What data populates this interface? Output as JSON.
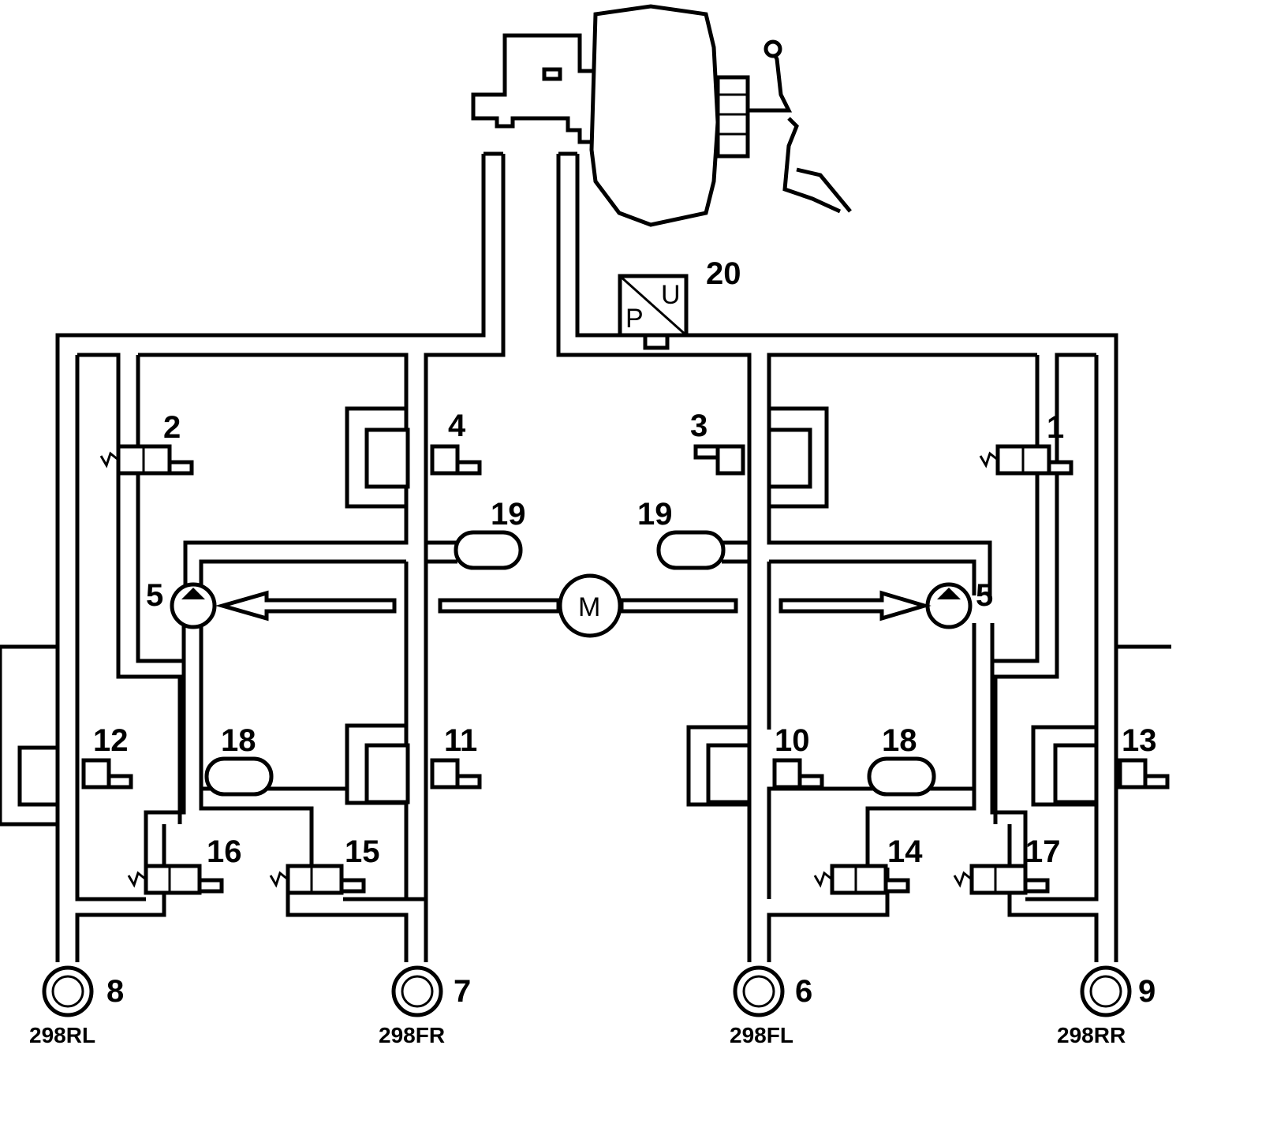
{
  "sensor": {
    "number": "20",
    "symbol_p": "P",
    "symbol_u": "U"
  },
  "motor": {
    "symbol": "M"
  },
  "valves": {
    "v1": "1",
    "v2": "2",
    "v3": "3",
    "v4": "4",
    "v10": "10",
    "v11": "11",
    "v12": "12",
    "v13": "13",
    "v14": "14",
    "v15": "15",
    "v16": "16",
    "v17": "17"
  },
  "pumps": {
    "left": "5",
    "right": "5"
  },
  "accumulators": {
    "damper_left": "19",
    "damper_right": "19",
    "low_left": "18",
    "low_right": "18"
  },
  "wheels": {
    "rl": {
      "number": "8",
      "label": "298RL"
    },
    "fr": {
      "number": "7",
      "label": "298FR"
    },
    "fl": {
      "number": "6",
      "label": "298FL"
    },
    "rr": {
      "number": "9",
      "label": "298RR"
    }
  }
}
